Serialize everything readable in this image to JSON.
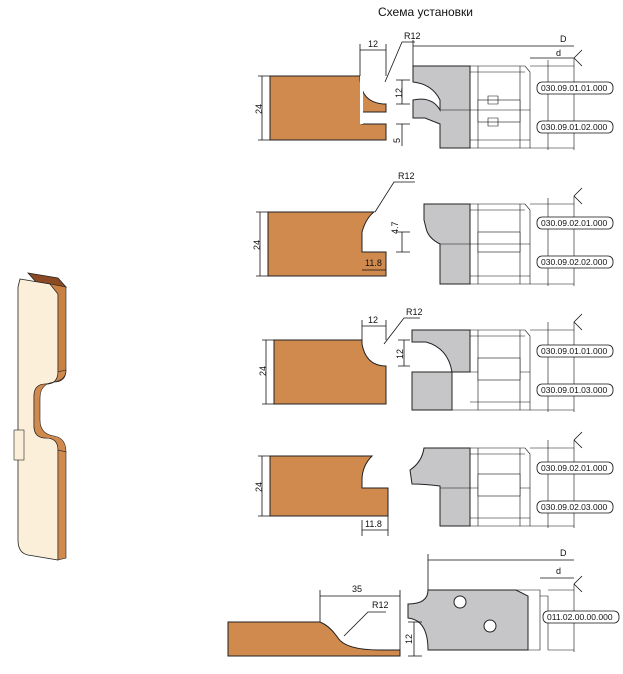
{
  "title": "Схема установки",
  "diagram1": {
    "dim_width": "12",
    "dim_radius": "R12",
    "dim_height": "24",
    "dim_step": "12",
    "dim_slot": "5",
    "dim_D": "D",
    "dim_d": "d",
    "code_top": "030.09.01.01.000",
    "code_bottom": "030.09.01.02.000"
  },
  "diagram2": {
    "dim_radius": "R12",
    "dim_height": "24",
    "dim_step": "4.7",
    "dim_width": "11.8",
    "code_top": "030.09.02.01.000",
    "code_bottom": "030.09.02.02.000"
  },
  "diagram3": {
    "dim_width": "12",
    "dim_radius": "R12",
    "dim_height": "24",
    "dim_step": "12",
    "code_top": "030.09.01.01.000",
    "code_bottom": "030.09.01.03.000"
  },
  "diagram4": {
    "dim_height": "24",
    "dim_width": "11.8",
    "code_top": "030.09.02.01.000",
    "code_bottom": "030.09.02.03.000"
  },
  "diagram5": {
    "dim_length": "35",
    "dim_radius": "R12",
    "dim_height": "12",
    "dim_D": "D",
    "dim_d": "d",
    "code": "011.02.00.00.000"
  },
  "colors": {
    "wood": "#d18a4e",
    "steel": "#c6c6c8",
    "panel_face": "#fbefd9"
  }
}
